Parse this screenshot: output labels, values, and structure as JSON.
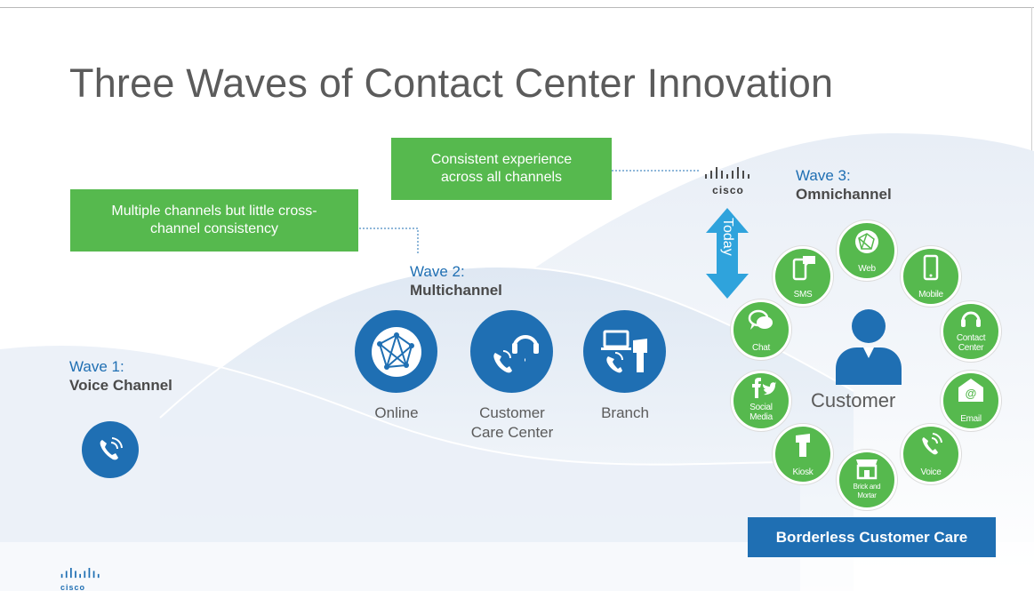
{
  "title": "Three Waves of Contact Center Innovation",
  "colors": {
    "accent_blue": "#1f6fb3",
    "channel_green": "#56b94e",
    "title_gray": "#5b5b5b"
  },
  "callouts": {
    "consistent": [
      "Consistent experience",
      "across all channels"
    ],
    "multiple": [
      "Multiple channels but little cross-",
      "channel consistency"
    ]
  },
  "waves": [
    {
      "number": "Wave 1:",
      "name": "Voice Channel"
    },
    {
      "number": "Wave 2:",
      "name": "Multichannel"
    },
    {
      "number": "Wave 3:",
      "name": "Omnichannel"
    }
  ],
  "wave1_icon": "phone-icon",
  "multichannel": [
    {
      "label": [
        "Online"
      ],
      "icon": "globe-icon"
    },
    {
      "label": [
        "Customer",
        "Care Center"
      ],
      "icon": "headset-phone-icon"
    },
    {
      "label": [
        "Branch"
      ],
      "icon": "branch-icon"
    }
  ],
  "today_label": "Today",
  "brand": "cisco",
  "customer_label": "Customer",
  "omnichannel": [
    {
      "label": [
        "SMS"
      ],
      "icon": "sms-icon"
    },
    {
      "label": [
        "Web"
      ],
      "icon": "globe-icon"
    },
    {
      "label": [
        "Mobile"
      ],
      "icon": "mobile-icon"
    },
    {
      "label": [
        "Chat"
      ],
      "icon": "chat-icon"
    },
    {
      "label": [
        "Contact",
        "Center"
      ],
      "icon": "headset-icon"
    },
    {
      "label": [
        "Social",
        "Media"
      ],
      "icon": "social-icon"
    },
    {
      "label": [
        "Email"
      ],
      "icon": "email-icon"
    },
    {
      "label": [
        "Kiosk"
      ],
      "icon": "kiosk-icon"
    },
    {
      "label": [
        "Brick and",
        "Mortar"
      ],
      "icon": "store-icon"
    },
    {
      "label": [
        "Voice"
      ],
      "icon": "phone-icon"
    }
  ],
  "borderless_label": "Borderless Customer Care"
}
